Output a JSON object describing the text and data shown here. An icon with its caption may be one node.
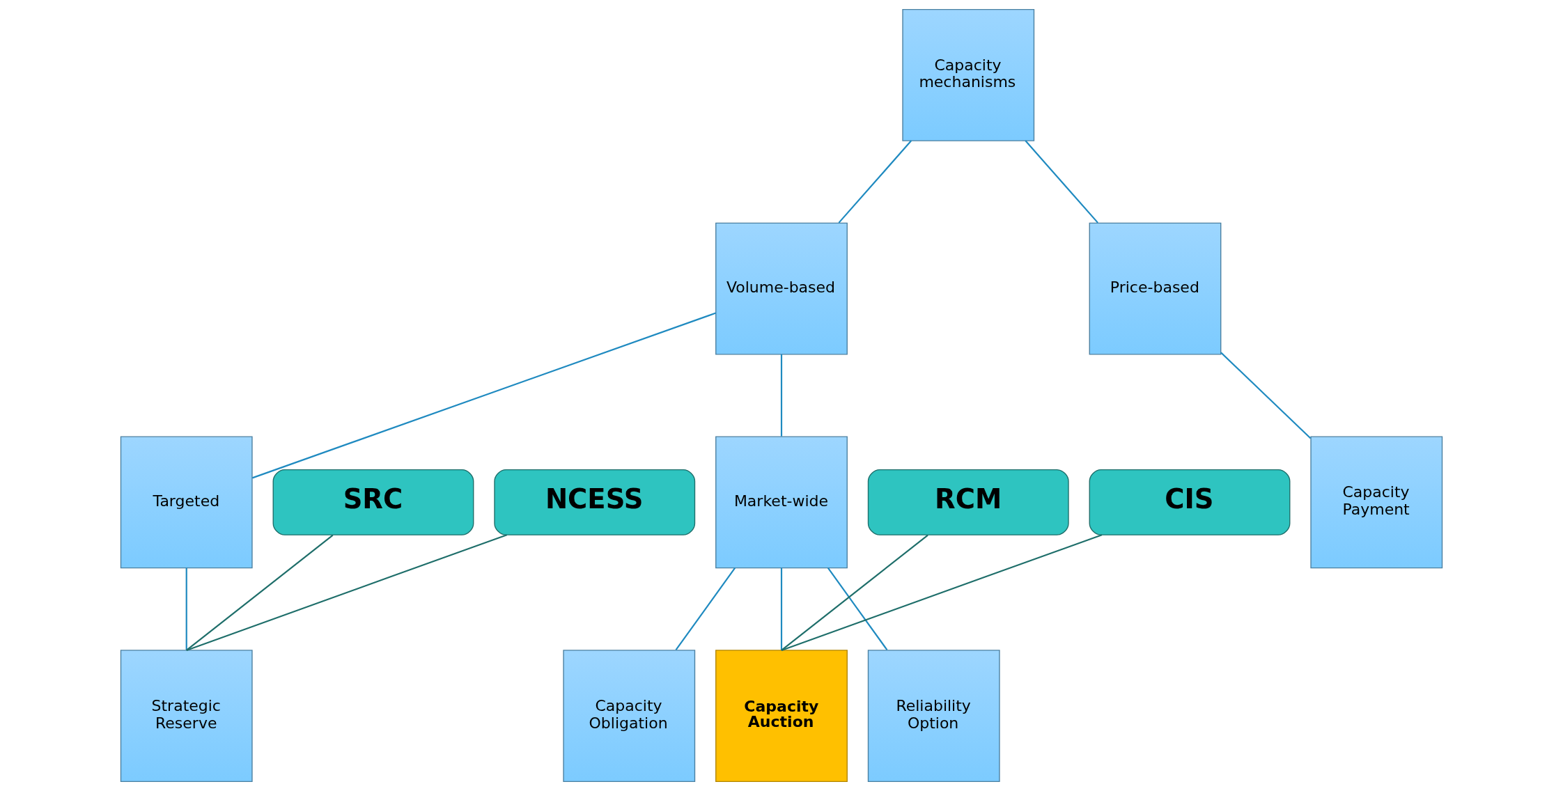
{
  "diagram": {
    "nodes": [
      {
        "text": [
          "Capacity mechanisms"
        ]
      },
      {
        "text": [
          "Volume-based"
        ]
      },
      {
        "text": [
          "Price-based"
        ]
      },
      {
        "text": [
          "Targeted"
        ]
      },
      {
        "text": [
          "Market-wide"
        ]
      },
      {
        "text": [
          "Capacity Payment"
        ]
      },
      {
        "text": [
          "Strategic Reserve"
        ]
      },
      {
        "text": [
          "Capacity Obligation"
        ]
      },
      {
        "text": [
          "Capacity Auction"
        ]
      },
      {
        "text": [
          "Reliability Option"
        ]
      },
      {
        "text": [
          "SRC"
        ]
      },
      {
        "text": [
          "NCESS"
        ]
      },
      {
        "text": [
          "RCM"
        ]
      },
      {
        "text": [
          "CIS"
        ]
      }
    ],
    "edges": [
      {
        "from": 0,
        "to": 1,
        "arrow": "none"
      },
      {
        "from": 0,
        "to": 2,
        "arrow": "none"
      },
      {
        "from": 1,
        "to": 3,
        "arrow": "none"
      },
      {
        "from": 1,
        "to": 4,
        "arrow": "none"
      },
      {
        "from": 2,
        "to": 5,
        "arrow": "none"
      },
      {
        "from": 3,
        "to": 6,
        "arrow": "none"
      },
      {
        "from": 4,
        "to": 7,
        "arrow": "none"
      },
      {
        "from": 4,
        "to": 8,
        "arrow": "none"
      },
      {
        "from": 4,
        "to": 9,
        "arrow": "none"
      },
      {
        "from": 10,
        "to": 6,
        "arrow": "none",
        "color": "#1e6e6a"
      },
      {
        "from": 11,
        "to": 6,
        "arrow": "none",
        "color": "#1e6e6a"
      },
      {
        "from": 12,
        "to": 8,
        "arrow": "none",
        "color": "#1e6e6a"
      },
      {
        "from": 13,
        "to": 8,
        "arrow": "none",
        "color": "#1e6e6a"
      }
    ]
  }
}
